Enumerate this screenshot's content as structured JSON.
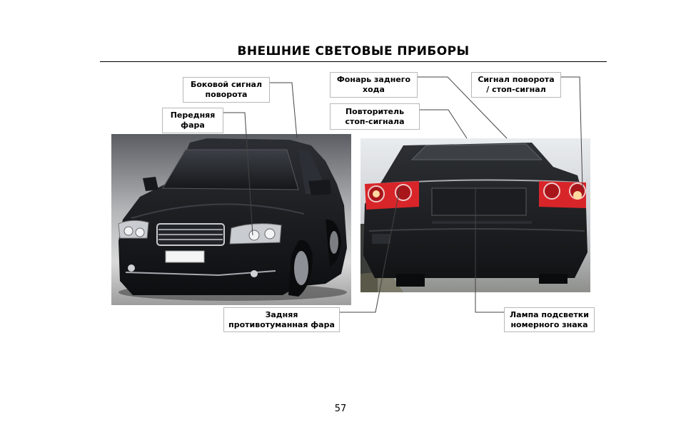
{
  "page": {
    "title": "ВНЕШНИЕ СВЕТОВЫЕ ПРИБОРЫ",
    "page_number": "57"
  },
  "labels": {
    "side_turn_signal": "Боковой сигнал\nповорота",
    "front_headlight": "Передняя\nфара",
    "reverse_light": "Фонарь заднего\nхода",
    "turn_stop_signal": "Сигнал поворота\n/ стоп-сигнал",
    "stop_repeater": "Повторитель\nстоп-сигнала",
    "rear_fog_light": "Задняя\nпротивотуманная фара",
    "license_plate_lamp": "Лампа подсветки\nномерного знака"
  },
  "colors": {
    "car_body": "#1a1c20",
    "tail_light": "#d8252a",
    "leader_line": "#444444",
    "label_border": "#b8b8b8"
  }
}
